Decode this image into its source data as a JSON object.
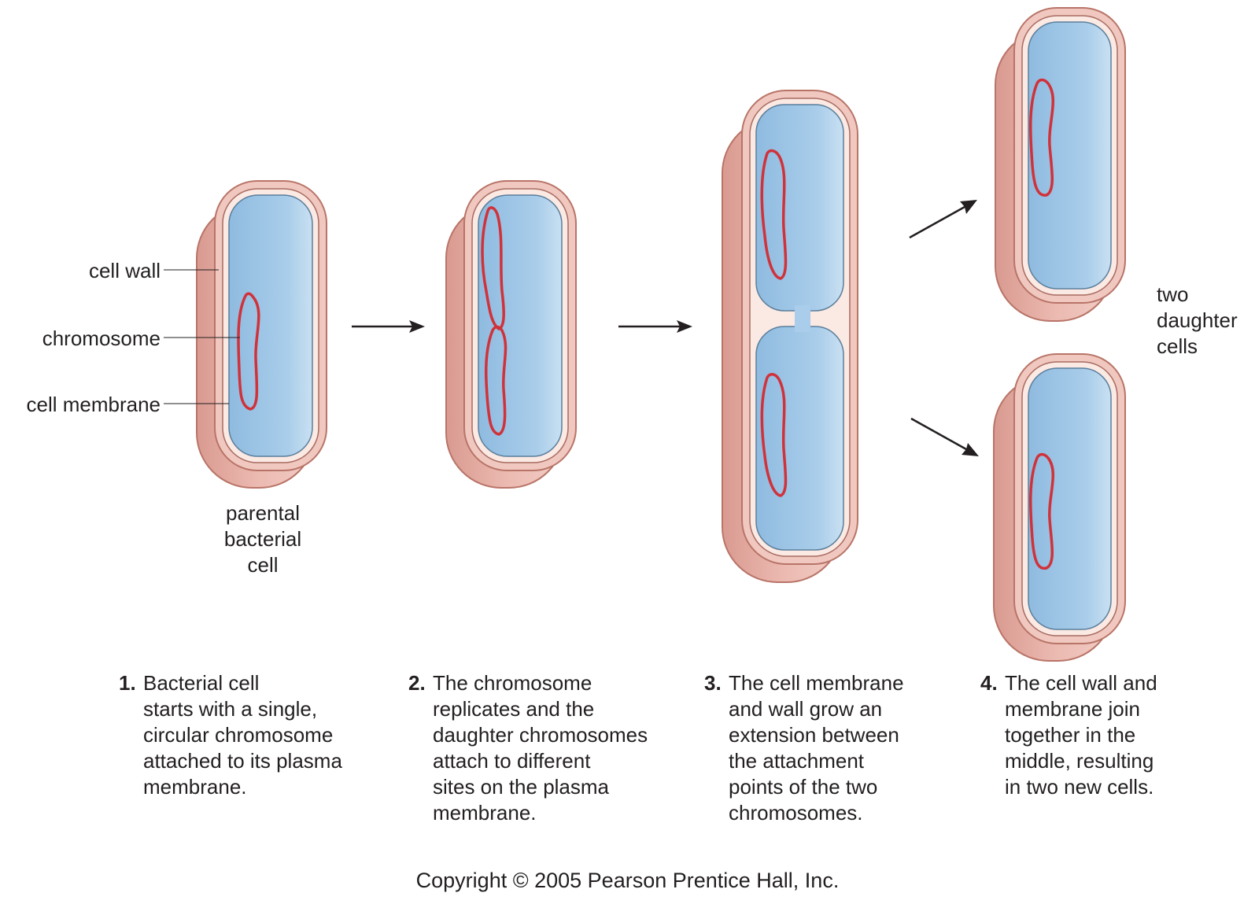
{
  "labels": {
    "cell_wall": "cell wall",
    "chromosome": "chromosome",
    "cell_membrane": "cell membrane",
    "parental_cell": "parental\nbacterial\ncell",
    "daughter_cells": "two\ndaughter\ncells"
  },
  "steps": [
    {
      "number": "1.",
      "text": "Bacterial cell\nstarts with a single,\ncircular chromosome\nattached to its plasma\nmembrane."
    },
    {
      "number": "2.",
      "text": "The chromosome\nreplicates and the\ndaughter chromosomes\nattach to different\nsites on the plasma\nmembrane."
    },
    {
      "number": "3.",
      "text": "The cell membrane\nand wall grow an\nextension between\nthe attachment\npoints of the two\nchromosomes."
    },
    {
      "number": "4.",
      "text": "The cell wall and\nmembrane join\ntogether in the\nmiddle, resulting\nin two new cells."
    }
  ],
  "copyright": "Copyright © 2005 Pearson Prentice Hall, Inc.",
  "colors": {
    "cell_wall": "#ecbcb3",
    "cell_wall_edge": "#c9867a",
    "cytoplasm": "#a4c9e6",
    "membrane": "#f8e3dc",
    "chromosome": "#d0323a",
    "arrow": "#231f20"
  }
}
